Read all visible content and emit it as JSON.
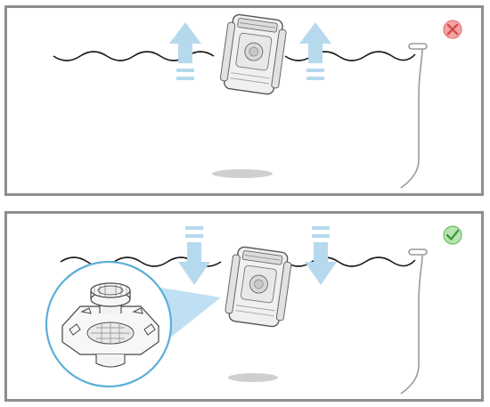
{
  "panels": [
    {
      "id": "wrong",
      "status": "incorrect",
      "status_icon": "x-circle-icon",
      "status_color": "#f2a4a4",
      "status_mark_color": "#d94b4b",
      "arrow_direction": "up",
      "arrow_color": "#b6d9ee"
    },
    {
      "id": "correct",
      "status": "correct",
      "status_icon": "check-circle-icon",
      "status_color": "#b9e3b3",
      "status_mark_color": "#3e9a3a",
      "arrow_direction": "down",
      "arrow_color": "#b6d9ee",
      "callout": "filter-valve-closeup"
    }
  ],
  "colors": {
    "frame": "#8e8e8e",
    "water_line": "#1a1a1a",
    "robot_fill": "#f0f0f0",
    "robot_stroke": "#555555",
    "cable": "#9a9a9a",
    "callout_ring": "#5aaed8",
    "callout_wedge": "#bfe0f2"
  }
}
